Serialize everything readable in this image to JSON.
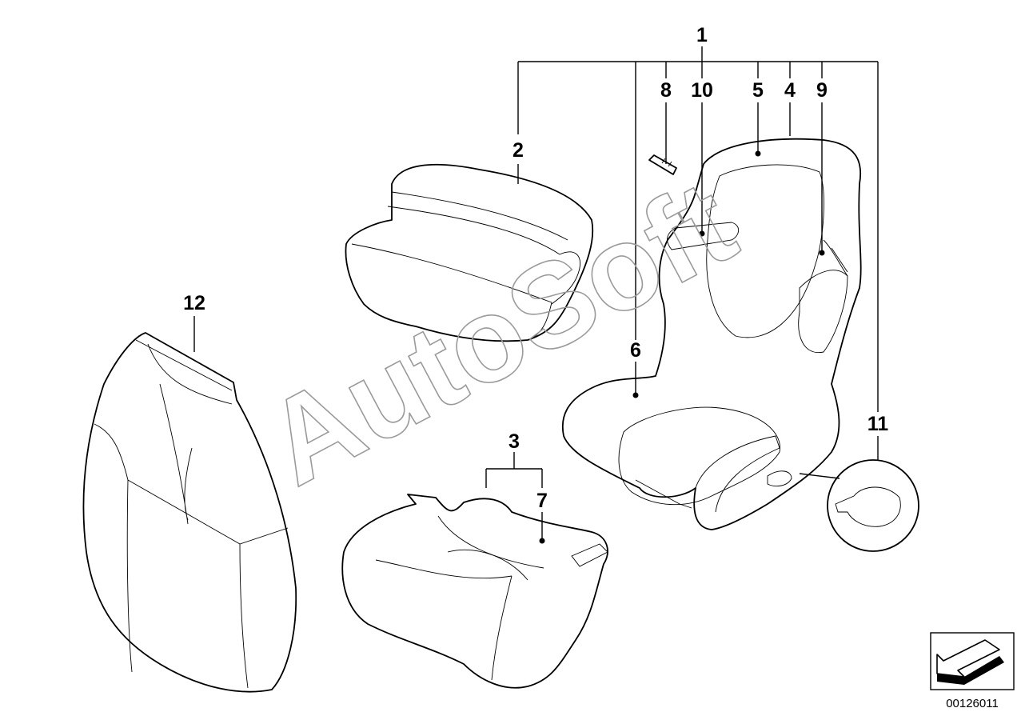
{
  "callouts": {
    "c1": "1",
    "c2": "2",
    "c3": "3",
    "c4": "4",
    "c5": "5",
    "c6": "6",
    "c7": "7",
    "c8": "8",
    "c9": "9",
    "c10": "10",
    "c11": "11",
    "c12": "12"
  },
  "watermark": "AutoSoft",
  "diagram_code": "00126011",
  "icons": {
    "direction": "arrow-left-down-icon"
  },
  "colors": {
    "line": "#000000",
    "watermark": "#9a9a9a",
    "background": "#ffffff"
  }
}
